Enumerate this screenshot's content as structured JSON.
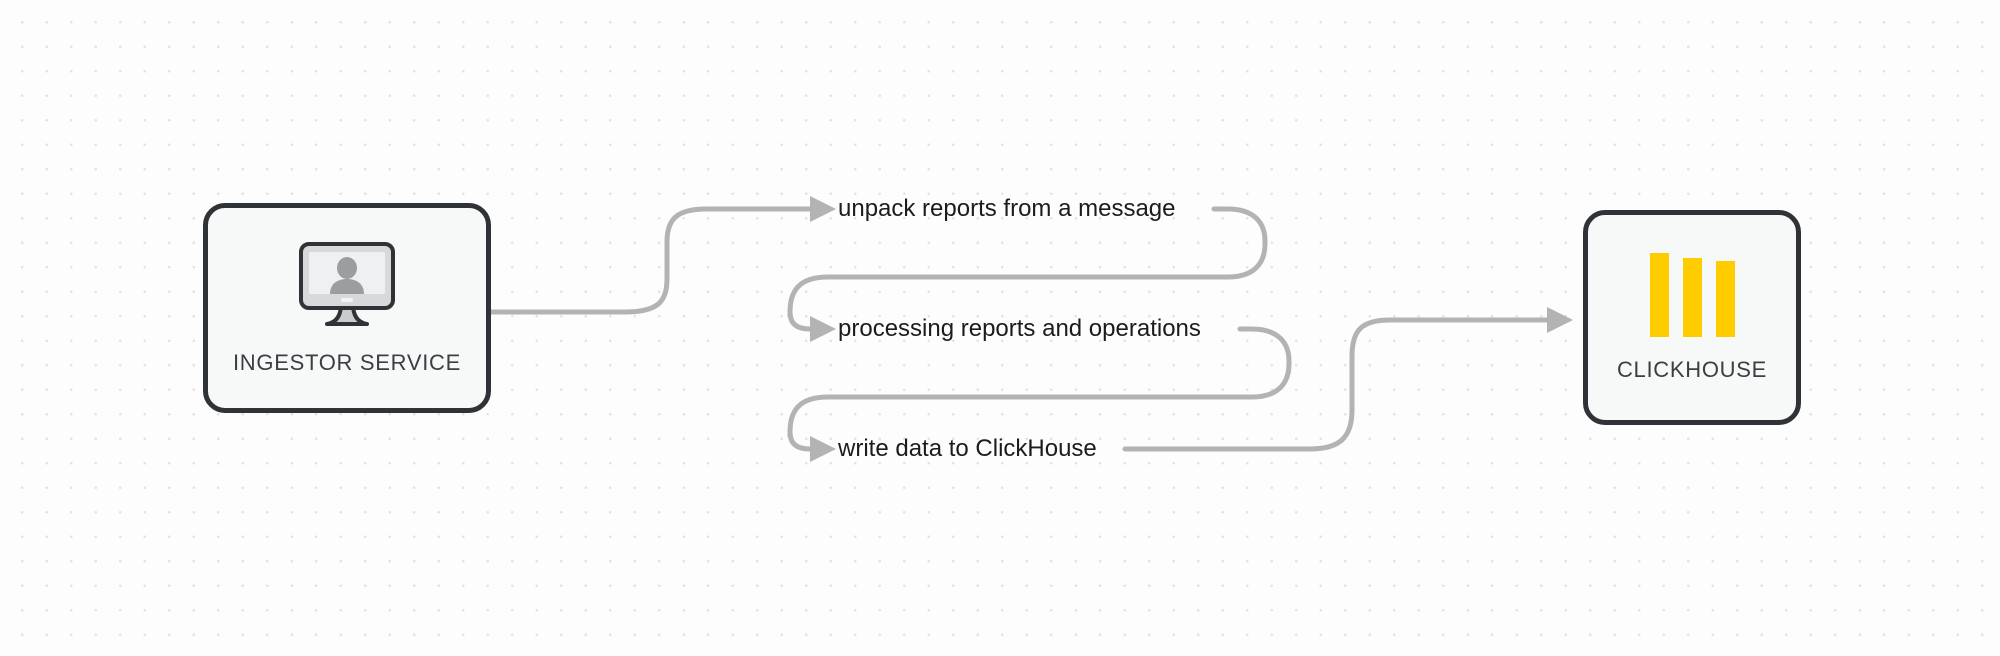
{
  "diagram": {
    "type": "flow-diagram",
    "background": "#fdfdfd",
    "grid": "dot-grid",
    "line_color": "#b3b3b3",
    "node_border_color": "#2f3236",
    "node_fill_color": "#f7f8f8",
    "accent_color": "#ffcc00",
    "nodes": [
      {
        "id": "ingestor",
        "label": "INGESTOR SERVICE",
        "icon": "monitor-user-icon"
      },
      {
        "id": "clickhouse",
        "label": "CLICKHOUSE",
        "icon": "clickhouse-bars-icon"
      }
    ],
    "edges": [
      {
        "id": "edge-1",
        "label": "unpack reports from a message"
      },
      {
        "id": "edge-2",
        "label": "processing reports and operations"
      },
      {
        "id": "edge-3",
        "label": "write data to ClickHouse"
      }
    ]
  }
}
